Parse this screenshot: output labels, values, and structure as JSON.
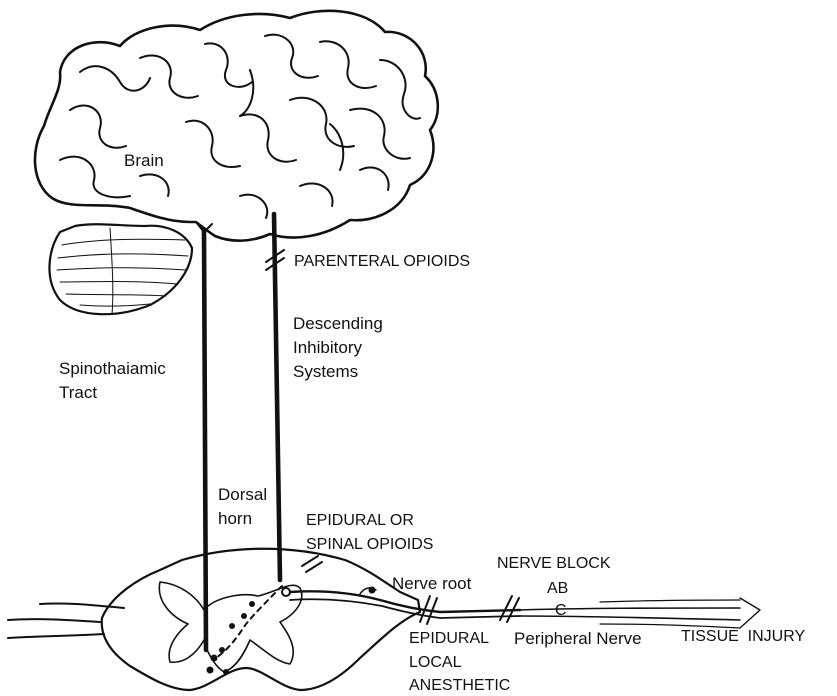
{
  "labels": {
    "brain": "Brain",
    "parenteral_opioids": "PARENTERAL OPIOIDS",
    "descending_1": "Descending",
    "descending_2": "Inhibitory",
    "descending_3": "Systems",
    "spinothalamic_1": "Spinothaiamic",
    "spinothalamic_2": "Tract",
    "dorsal_1": "Dorsal",
    "dorsal_2": "horn",
    "epidural_opioids_1": "EPIDURAL OR",
    "epidural_opioids_2": "SPINAL OPIOIDS",
    "nerve_block": "NERVE BLOCK",
    "nerve_root": "Nerve root",
    "ab": "AB",
    "c": "C",
    "epidural_local_1": "EPIDURAL",
    "epidural_local_2": "LOCAL",
    "epidural_local_3": "ANESTHETIC",
    "peripheral_nerve": "Peripheral Nerve",
    "tissue_injury": "TISSUE  INJURY"
  },
  "colors": {
    "ink": "#111111",
    "paper": "#ffffff"
  }
}
